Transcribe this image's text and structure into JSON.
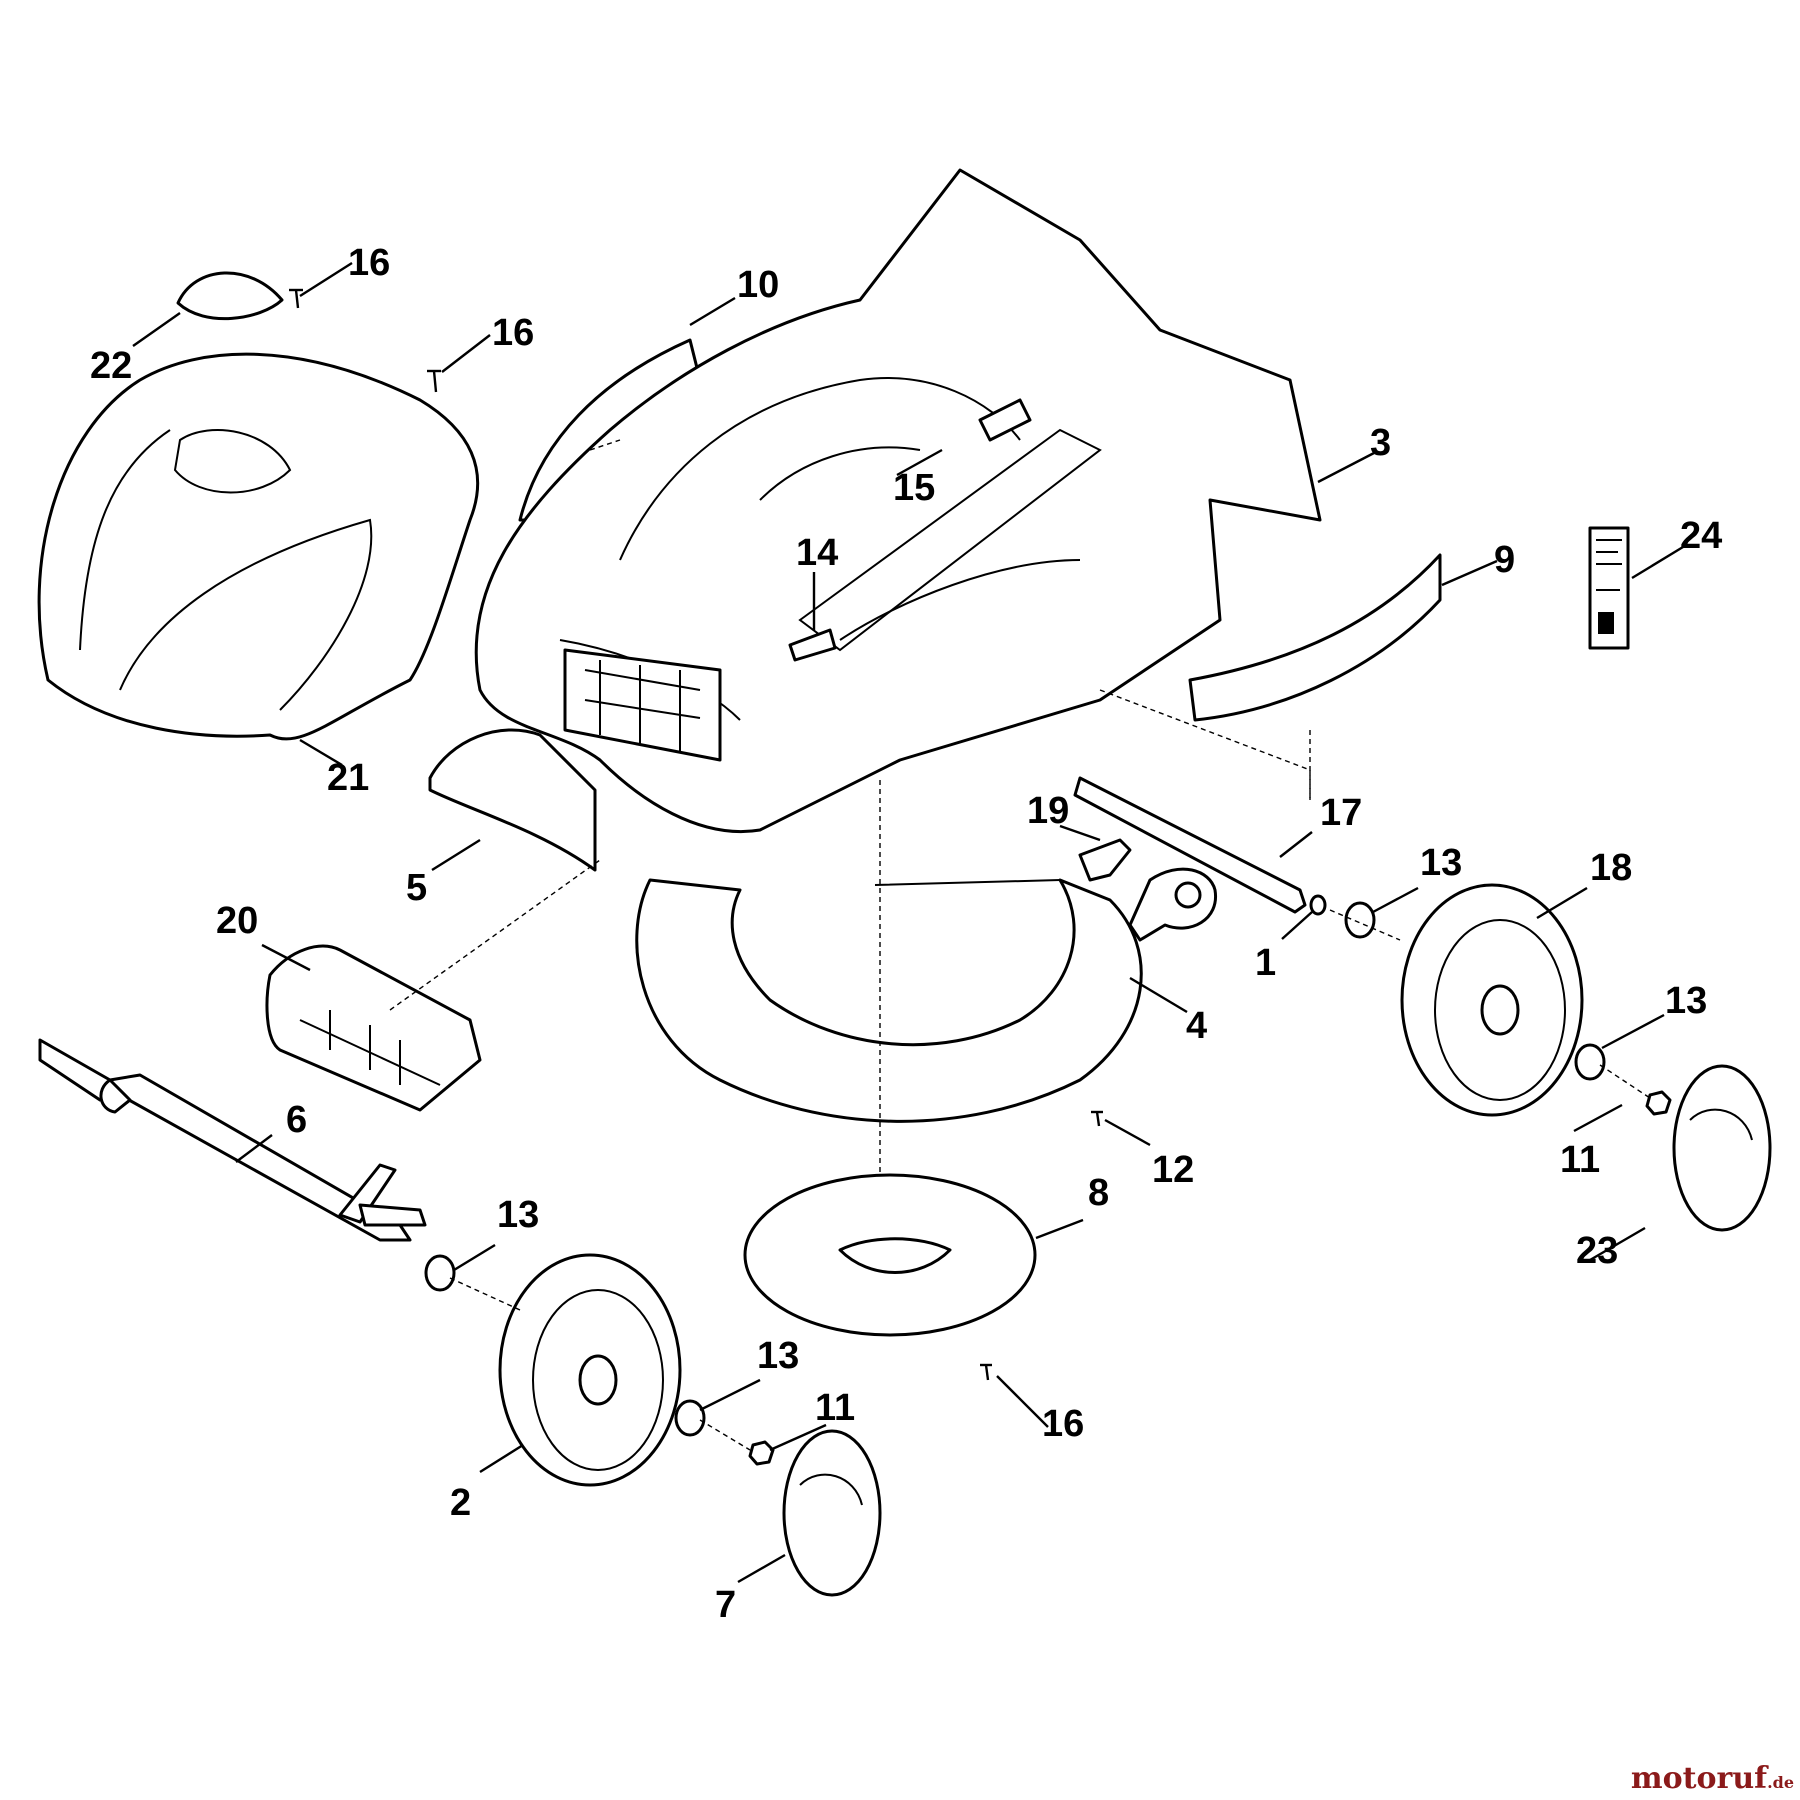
{
  "callouts": {
    "c1": "1",
    "c2": "2",
    "c3": "3",
    "c4": "4",
    "c5": "5",
    "c6": "6",
    "c7": "7",
    "c8": "8",
    "c9": "9",
    "c10": "10",
    "c11a": "11",
    "c11b": "11",
    "c12": "12",
    "c13a": "13",
    "c13b": "13",
    "c13c": "13",
    "c13d": "13",
    "c14": "14",
    "c15": "15",
    "c16a": "16",
    "c16b": "16",
    "c16c": "16",
    "c17": "17",
    "c18": "18",
    "c19": "19",
    "c20": "20",
    "c21": "21",
    "c22": "22",
    "c23": "23",
    "c24": "24"
  },
  "watermark": {
    "brand": "motoruf",
    "domain": ".de"
  },
  "colors": {
    "line": "#000000",
    "background": "#ffffff",
    "watermark": "#8b1a1a"
  }
}
